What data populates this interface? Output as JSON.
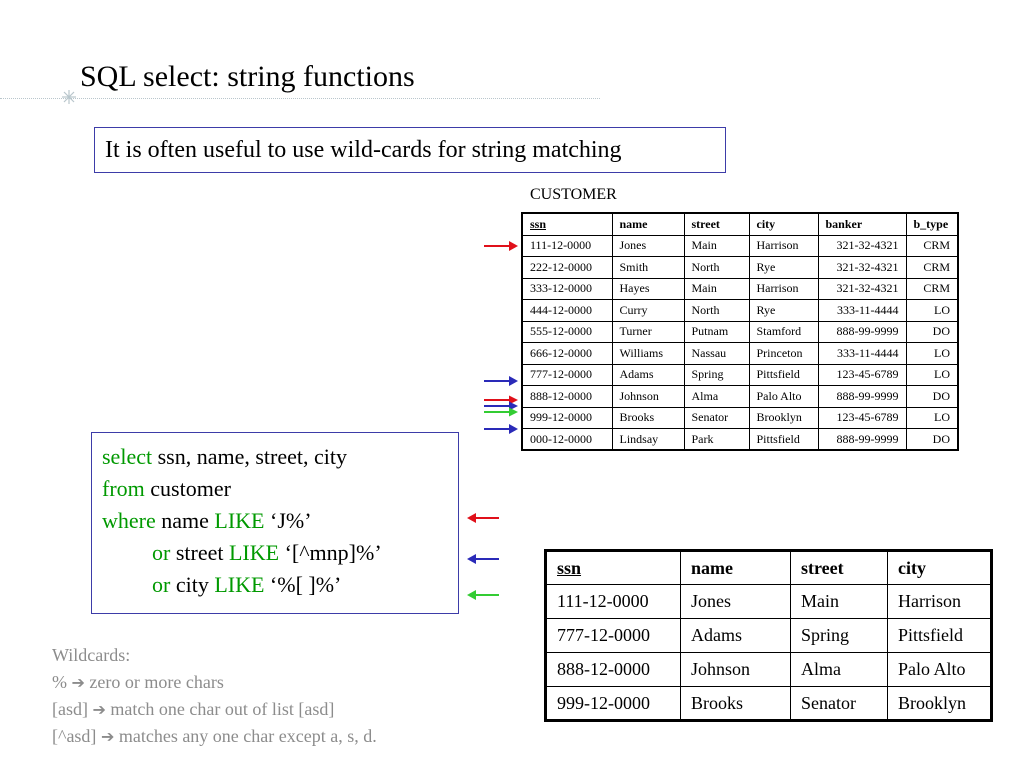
{
  "slide": {
    "title": "SQL select: string functions",
    "callout": "It is often useful to use wild-cards for string matching"
  },
  "customer_table": {
    "caption": "CUSTOMER",
    "headers": [
      "ssn",
      "name",
      "street",
      "city",
      "banker",
      "b_type"
    ],
    "rows": [
      [
        "111-12-0000",
        "Jones",
        "Main",
        "Harrison",
        "321-32-4321",
        "CRM"
      ],
      [
        "222-12-0000",
        "Smith",
        "North",
        "Rye",
        "321-32-4321",
        "CRM"
      ],
      [
        "333-12-0000",
        "Hayes",
        "Main",
        "Harrison",
        "321-32-4321",
        "CRM"
      ],
      [
        "444-12-0000",
        "Curry",
        "North",
        "Rye",
        "333-11-4444",
        "LO"
      ],
      [
        "555-12-0000",
        "Turner",
        "Putnam",
        "Stamford",
        "888-99-9999",
        "DO"
      ],
      [
        "666-12-0000",
        "Williams",
        "Nassau",
        "Princeton",
        "333-11-4444",
        "LO"
      ],
      [
        "777-12-0000",
        "Adams",
        "Spring",
        "Pittsfield",
        "123-45-6789",
        "LO"
      ],
      [
        "888-12-0000",
        "Johnson",
        "Alma",
        "Palo Alto",
        "888-99-9999",
        "DO"
      ],
      [
        "999-12-0000",
        "Brooks",
        "Senator",
        "Brooklyn",
        "123-45-6789",
        "LO"
      ],
      [
        "000-12-0000",
        "Lindsay",
        "Park",
        "Pittsfield",
        "888-99-9999",
        "DO"
      ]
    ]
  },
  "sql": {
    "l1_kw": "select",
    "l1_rest": " ssn, name, street, city",
    "l2_kw": "from",
    "l2_rest": " customer",
    "l3_kw": "where",
    "l3_a": " name ",
    "l3_like": "LIKE",
    "l3_pat": " ‘J%’",
    "l4_kw": "or",
    "l4_a": " street ",
    "l4_like": "LIKE",
    "l4_pat": " ‘[^mnp]%’",
    "l5_kw": "or",
    "l5_a": " city ",
    "l5_like": "LIKE",
    "l5_pat": " ‘%[ ]%’"
  },
  "result_table": {
    "headers": [
      "ssn",
      "name",
      "street",
      "city"
    ],
    "rows": [
      [
        "111-12-0000",
        "Jones",
        "Main",
        "Harrison"
      ],
      [
        "777-12-0000",
        "Adams",
        "Spring",
        "Pittsfield"
      ],
      [
        "888-12-0000",
        "Johnson",
        "Alma",
        "Palo Alto"
      ],
      [
        "999-12-0000",
        "Brooks",
        "Senator",
        "Brooklyn"
      ]
    ]
  },
  "wildcards": {
    "heading": "Wildcards:",
    "l1_a": "%",
    "l1_b": "zero or more chars",
    "l2_a": "[asd]",
    "l2_b": "match one char out of list [asd]",
    "l3_a": "[^asd]",
    "l3_b": "matches any one char except a, s, d.",
    "arrow_glyph": "➔"
  },
  "colors": {
    "red_arrow": "#e0101a",
    "blue_arrow": "#2a2ab8",
    "green_arrow": "#33cc33",
    "keyword": "#009900",
    "box_border": "#3d3ca8",
    "wildcard_text": "#8c8c8c"
  }
}
